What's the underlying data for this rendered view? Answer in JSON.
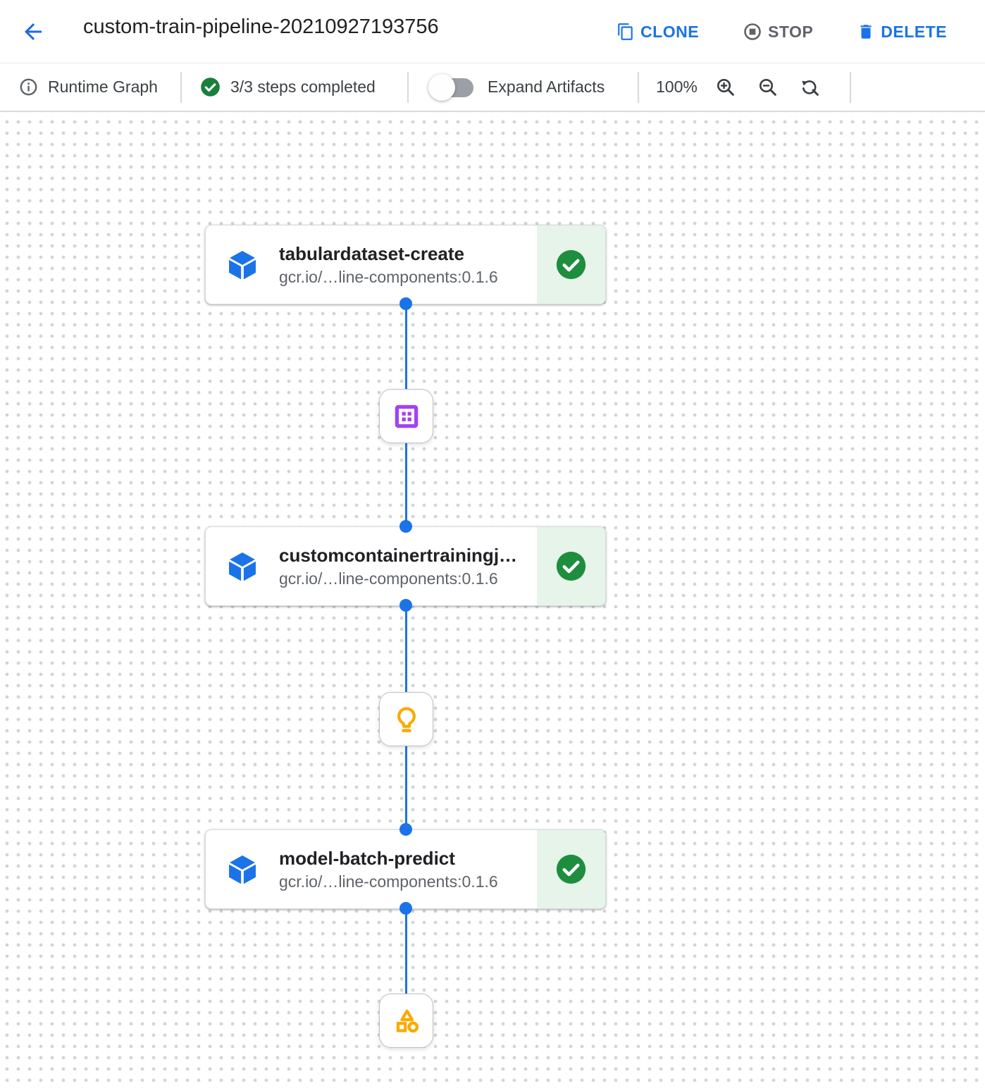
{
  "header": {
    "title": "custom-train-pipeline-20210927193756",
    "clone_label": "CLONE",
    "stop_label": "STOP",
    "delete_label": "DELETE"
  },
  "toolbar": {
    "runtime_graph_label": "Runtime Graph",
    "steps_completed_label": "3/3 steps completed",
    "expand_artifacts_label": "Expand Artifacts",
    "expand_artifacts_state": "off",
    "zoom_level": "100%"
  },
  "graph": {
    "nodes": [
      {
        "title": "tabulardataset-create",
        "subtitle": "gcr.io/…line-components:0.1.6",
        "status": "completed"
      },
      {
        "title": "customcontainertrainingj…",
        "subtitle": "gcr.io/…line-components:0.1.6",
        "status": "completed"
      },
      {
        "title": "model-batch-predict",
        "subtitle": "gcr.io/…line-components:0.1.6",
        "status": "completed"
      }
    ],
    "artifacts": [
      {
        "icon": "dataset-grid-icon",
        "color": "#a142f4"
      },
      {
        "icon": "model-lightbulb-icon",
        "color": "#f9ab00"
      },
      {
        "icon": "generic-artifact-icon",
        "color": "#f9ab00"
      }
    ]
  },
  "colors": {
    "accent_blue": "#1a73e8",
    "success_green": "#1e8e3e",
    "success_bg": "#e6f4ea",
    "artifact_purple": "#a142f4",
    "artifact_amber": "#f9ab00",
    "text_primary": "#202124",
    "text_secondary": "#5f6368"
  }
}
